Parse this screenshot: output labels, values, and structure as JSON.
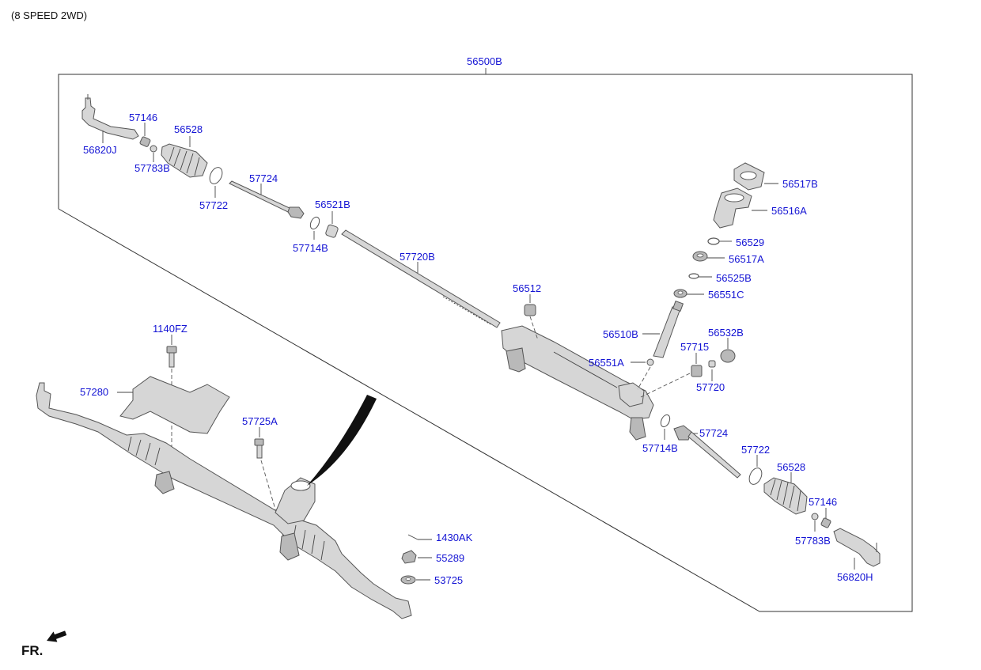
{
  "header": {
    "variant": "(8 SPEED 2WD)"
  },
  "assembly": {
    "label": "56500B"
  },
  "labels": {
    "l56820J": "56820J",
    "l57146a": "57146",
    "l56528a": "56528",
    "l57783Ba": "57783B",
    "l57722a": "57722",
    "l57724a": "57724",
    "l57714Ba": "57714B",
    "l56521B": "56521B",
    "l57720B": "57720B",
    "l56512": "56512",
    "l56510B": "56510B",
    "l56551A": "56551A",
    "l57715": "57715",
    "l56532B": "56532B",
    "l57720": "57720",
    "l56517B": "56517B",
    "l56516A": "56516A",
    "l56529": "56529",
    "l56517A": "56517A",
    "l56525B": "56525B",
    "l56551C": "56551C",
    "l57714Bb": "57714B",
    "l57724b": "57724",
    "l57722b": "57722",
    "l56528b": "56528",
    "l57146b": "57146",
    "l57783Bb": "57783B",
    "l56820H": "56820H",
    "l1140FZ": "1140FZ",
    "l57280": "57280",
    "l57725A": "57725A",
    "l1430AK": "1430AK",
    "l55289": "55289",
    "l53725": "53725"
  },
  "footer": {
    "front_marker": "FR."
  }
}
